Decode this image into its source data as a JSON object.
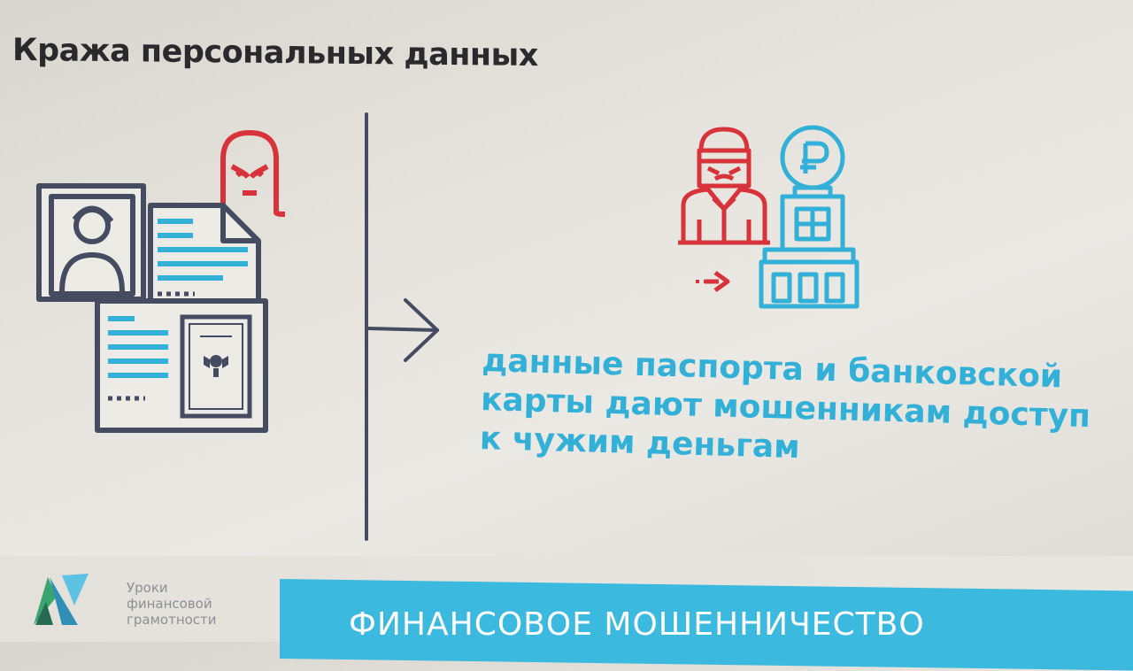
{
  "slide": {
    "title": "Кража персональных данных",
    "body_lines": [
      "данные паспорта и банковской",
      "карты дают мошенникам доступ",
      "к чужим деньгам"
    ]
  },
  "footer": {
    "brand_lines": [
      "Уроки",
      "финансовой",
      "грамотности"
    ],
    "band_text": "ФИНАНСОВОЕ МОШЕННИЧЕСТВО"
  },
  "colors": {
    "title": "#2a2a2c",
    "accent_blue": "#33b0d7",
    "accent_red": "#d8323a",
    "icon_gray": "#454b60",
    "footer_band": "#3bb9df"
  },
  "icons": [
    "documents-icon",
    "hacker-mask-icon",
    "arrow-right-icon",
    "thief-icon",
    "bank-ruble-icon",
    "logo-icon"
  ]
}
